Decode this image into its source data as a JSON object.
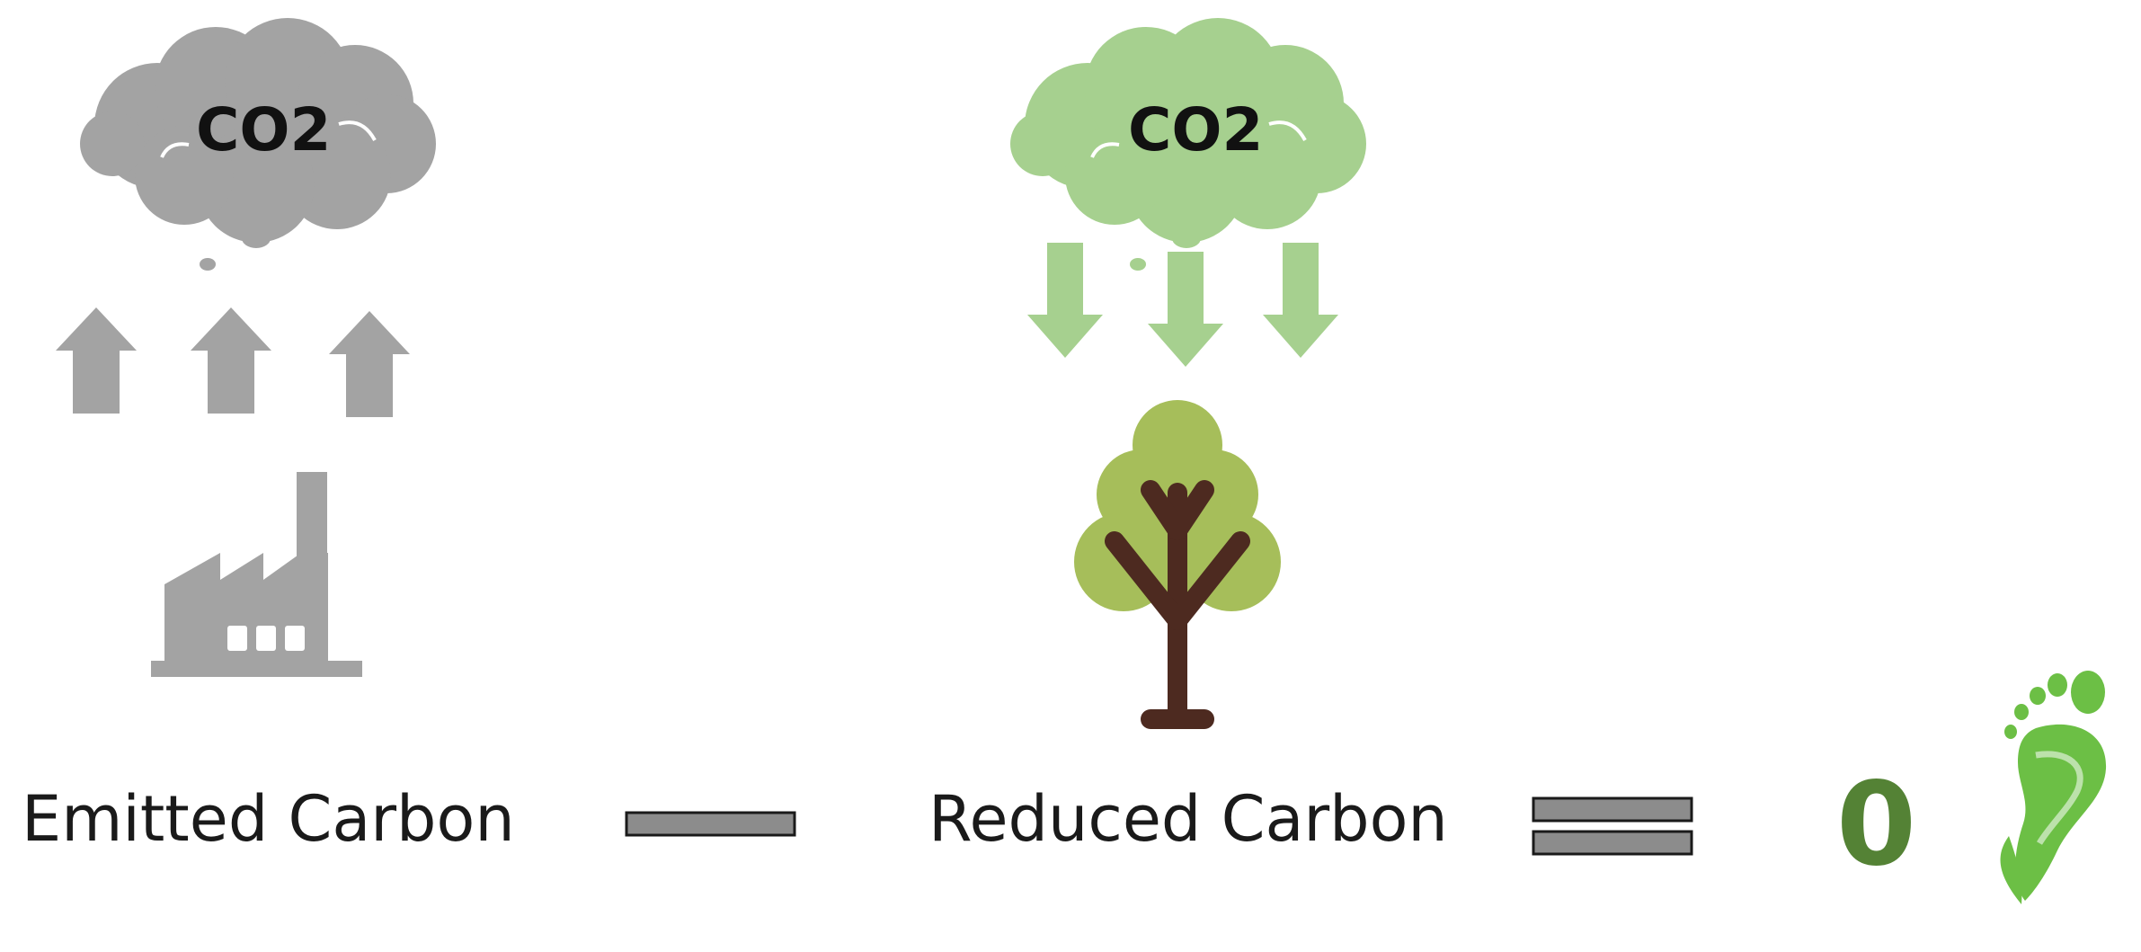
{
  "emitted": {
    "cloud_label": "CO2",
    "caption": "Emitted Carbon",
    "color": "#a3a3a3",
    "icon": "factory-icon"
  },
  "reduced": {
    "cloud_label": "CO2",
    "caption": "Reduced Carbon",
    "color": "#a6d08f",
    "icon": "tree-icon"
  },
  "operators": {
    "minus": "minus-icon",
    "equals": "equals-icon"
  },
  "result": {
    "value": "0",
    "color": "#548235",
    "icon": "footprint-icon"
  }
}
